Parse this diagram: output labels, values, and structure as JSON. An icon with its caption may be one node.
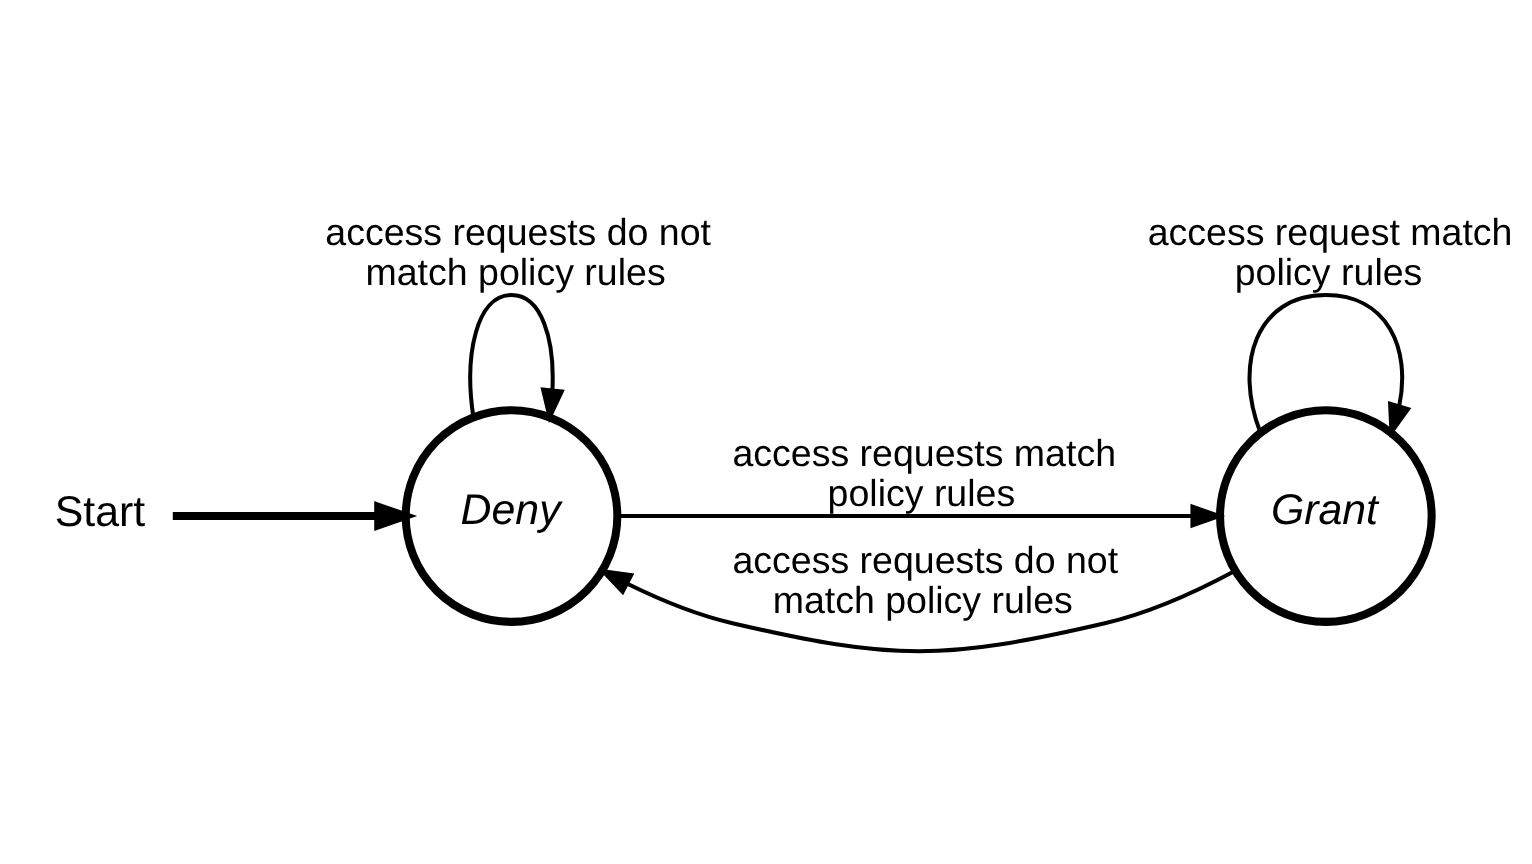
{
  "diagram": {
    "nodes": [
      {
        "text": [
          "Start"
        ]
      },
      {
        "text": [
          "Deny"
        ]
      },
      {
        "text": [
          "Grant"
        ]
      }
    ],
    "edges": [
      {
        "from": 0,
        "to": 1,
        "arrow": "to",
        "style": "thick"
      },
      {
        "from": 1,
        "to": 1,
        "arrow": "to",
        "label": "access requests do not match policy rules"
      },
      {
        "from": 1,
        "to": 2,
        "arrow": "to",
        "label": "access requests match policy rules"
      },
      {
        "from": 2,
        "to": 2,
        "arrow": "to",
        "label": "access request match policy rules"
      },
      {
        "from": 2,
        "to": 1,
        "arrow": "to",
        "label": "access requests do not match policy rules"
      }
    ]
  }
}
